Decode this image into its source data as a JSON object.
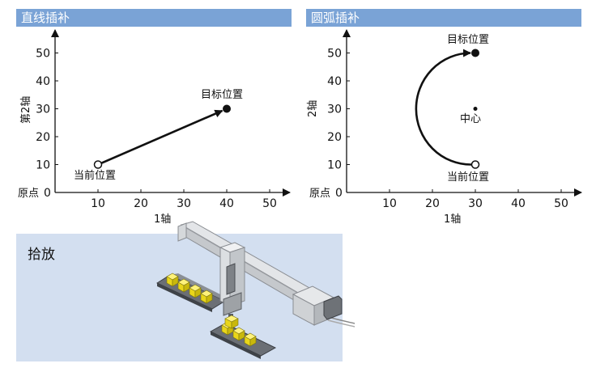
{
  "linear": {
    "header": "直线插补",
    "y_label": "第2轴",
    "x_label": "1轴",
    "origin_label": "原点",
    "origin_tick": "0",
    "start_label": "当前位置",
    "target_label": "目标位置"
  },
  "circular": {
    "header": "圆弧插补",
    "y_label": "2轴",
    "x_label": "1轴",
    "origin_label": "原点",
    "origin_tick": "0",
    "start_label": "当前位置",
    "target_label": "目标位置",
    "center_label": "中心"
  },
  "pick": {
    "title": "拾放"
  },
  "colors": {
    "header_bg": "#7aa3d6",
    "panel_bg": "#d3dff0",
    "block_yellow": "#f2e21a"
  },
  "chart_data": [
    {
      "type": "line",
      "x_ticks": [
        10,
        20,
        30,
        40,
        50
      ],
      "y_ticks": [
        10,
        20,
        30,
        40,
        50
      ],
      "xlim": [
        0,
        55
      ],
      "ylim": [
        0,
        55
      ],
      "start": {
        "x": 10,
        "y": 10
      },
      "end": {
        "x": 40,
        "y": 30
      },
      "grid": false
    },
    {
      "type": "line",
      "x_ticks": [
        10,
        20,
        30,
        40,
        50
      ],
      "y_ticks": [
        10,
        20,
        30,
        40,
        50
      ],
      "xlim": [
        0,
        55
      ],
      "ylim": [
        0,
        55
      ],
      "start": {
        "x": 30,
        "y": 10
      },
      "end": {
        "x": 30,
        "y": 50
      },
      "center": {
        "x": 30,
        "y": 30
      },
      "grid": false
    }
  ]
}
